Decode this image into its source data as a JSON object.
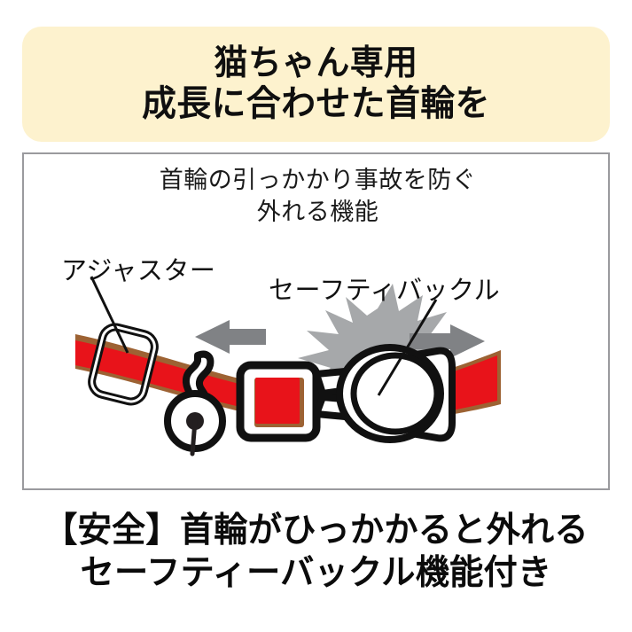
{
  "header": {
    "line1": "猫ちゃん専用",
    "line2": "成長に合わせた首輪を",
    "background_color": "#fdf2ce",
    "text_color": "#0f0f0f"
  },
  "panel": {
    "caption_line1": "首輪の引っかかり事故を防ぐ",
    "caption_line2": "外れる機能",
    "border_color": "#9a9a9e",
    "background_color": "#ffffff",
    "callouts": [
      {
        "label": "アジャスター"
      },
      {
        "label": "セーフティバックル"
      }
    ],
    "illustration": {
      "name": "cat-collar-with-safety-buckle",
      "strap_color": "#e8131a",
      "strap_edge_color": "#9d6233",
      "outline_color": "#111111",
      "arrow_color": "#808285",
      "burst_color": "#a6a8aa",
      "arrows": [
        {
          "name": "pull-left-arrow",
          "direction": "left"
        },
        {
          "name": "pull-right-arrow",
          "direction": "right"
        }
      ],
      "parts": [
        "adjuster-loop",
        "d-ring",
        "bell",
        "male-buckle-prongs",
        "female-buckle-housing",
        "release-burst"
      ]
    }
  },
  "footer": {
    "line1": "【安全】首輪がひっかかると外れる",
    "line2": "セーフティーバックル機能付き",
    "text_color": "#0b0b0b"
  }
}
